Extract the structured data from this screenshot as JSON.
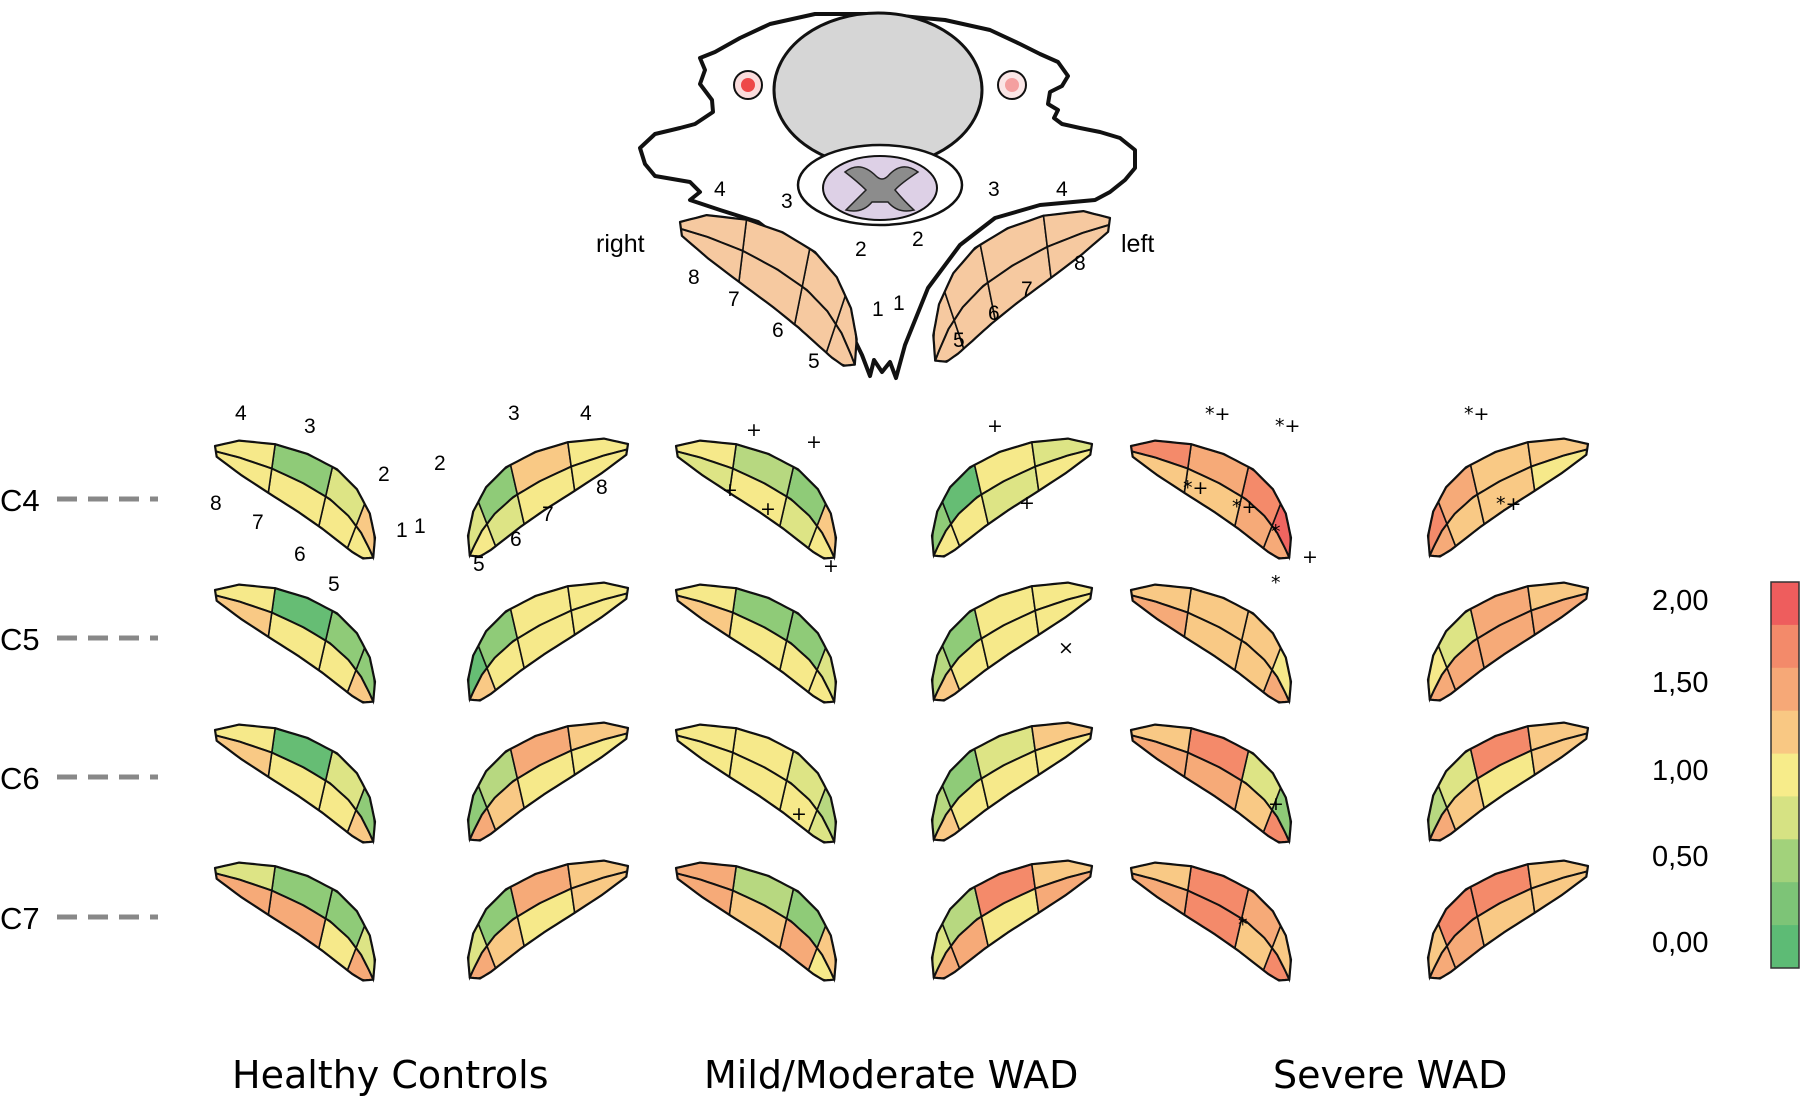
{
  "anatomy": {
    "side_right": "right",
    "side_left": "left",
    "right_region_numbers": [
      "4",
      "3",
      "2",
      "1",
      "5",
      "6",
      "7",
      "8"
    ],
    "left_region_numbers": [
      "3",
      "4",
      "2",
      "1",
      "5",
      "6",
      "7",
      "8"
    ],
    "muscle_color": "#f6c9a0"
  },
  "levels": [
    "C4",
    "C5",
    "C6",
    "C7"
  ],
  "groups": [
    "Healthy  Controls",
    "Mild/Moderate WAD",
    "Severe WAD"
  ],
  "example_labels": {
    "right": [
      "4",
      "3",
      "2",
      "1",
      "8",
      "7",
      "6",
      "5"
    ],
    "left": [
      "3",
      "4",
      "2",
      "1",
      "8",
      "7",
      "6",
      "5"
    ]
  },
  "colorscale": {
    "ticks": [
      "2,00",
      "1,50",
      "1,00",
      "0,50",
      "0,00"
    ],
    "colors": [
      "#ee5d5d",
      "#f38a6a",
      "#f6a877",
      "#f9c883",
      "#f7ec8a",
      "#d6e283",
      "#a2d27b",
      "#7dc477",
      "#5dbb75"
    ]
  },
  "color_keys": {
    "R": "#ef6560",
    "Ro": "#f48a6a",
    "O": "#f6aa78",
    "Ol": "#f9c985",
    "Y": "#f6e98a",
    "YG": "#dde485",
    "LG": "#b7d880",
    "G": "#8fcb78",
    "DG": "#66bd74"
  },
  "cells": {
    "hc": [
      {
        "R": [
          "Ol",
          "YG",
          "G",
          "Y",
          "Y",
          "Y",
          "Y",
          "Y"
        ],
        "L": [
          "YG",
          "G",
          "Ol",
          "Y",
          "Y",
          "YG",
          "Y",
          "Y"
        ]
      },
      {
        "R": [
          "G",
          "G",
          "DG",
          "Y",
          "Ol",
          "Y",
          "Y",
          "Ol"
        ],
        "L": [
          "DG",
          "G",
          "Y",
          "Y",
          "Ol",
          "Y",
          "Y",
          "Y"
        ]
      },
      {
        "R": [
          "G",
          "YG",
          "DG",
          "Y",
          "Ol",
          "Y",
          "Y",
          "Ol"
        ],
        "L": [
          "G",
          "LG",
          "O",
          "Ol",
          "O",
          "Ol",
          "Y",
          "Y"
        ]
      },
      {
        "R": [
          "YG",
          "G",
          "G",
          "YG",
          "O",
          "Y",
          "O",
          "O"
        ],
        "L": [
          "YG",
          "G",
          "O",
          "Ol",
          "O",
          "Ol",
          "Y",
          "Ol"
        ]
      }
    ],
    "mm": [
      {
        "R": [
          "Ol",
          "G",
          "LG",
          "Y",
          "Y",
          "YG",
          "Y",
          "YG"
        ],
        "L": [
          "G",
          "DG",
          "Y",
          "YG",
          "Y",
          "Y",
          "YG",
          "Y"
        ]
      },
      {
        "R": [
          "YG",
          "G",
          "G",
          "Y",
          "Y",
          "Y",
          "Y",
          "Ol"
        ],
        "L": [
          "LG",
          "G",
          "Y",
          "Y",
          "Ol",
          "Y",
          "Y",
          "Y"
        ]
      },
      {
        "R": [
          "LG",
          "YG",
          "Y",
          "Y",
          "YG",
          "Y",
          "Y",
          "Y"
        ],
        "L": [
          "LG",
          "G",
          "YG",
          "Ol",
          "Ol",
          "Y",
          "Y",
          "Y"
        ]
      },
      {
        "R": [
          "Ol",
          "G",
          "LG",
          "O",
          "Y",
          "O",
          "Ol",
          "O"
        ],
        "L": [
          "YG",
          "LG",
          "Ro",
          "Ol",
          "O",
          "O",
          "Y",
          "O"
        ]
      }
    ],
    "sv": [
      {
        "R": [
          "R",
          "Ro",
          "O",
          "Ro",
          "O",
          "O",
          "Ol",
          "Ol"
        ],
        "L": [
          "Ro",
          "O",
          "Ol",
          "Ol",
          "O",
          "Ol",
          "Ol",
          "Y"
        ]
      },
      {
        "R": [
          "Y",
          "Ol",
          "Ol",
          "Ol",
          "O",
          "Ol",
          "Ol",
          "O"
        ],
        "L": [
          "Y",
          "YG",
          "O",
          "Ol",
          "O",
          "O",
          "O",
          "O"
        ]
      },
      {
        "R": [
          "G",
          "YG",
          "Ro",
          "Ol",
          "Ro",
          "Ol",
          "O",
          "O"
        ],
        "L": [
          "LG",
          "YG",
          "Ro",
          "Ol",
          "O",
          "Ol",
          "Y",
          "Ol"
        ]
      },
      {
        "R": [
          "Ol",
          "O",
          "Ro",
          "Ol",
          "Ro",
          "Ol",
          "Ro",
          "O"
        ],
        "L": [
          "Ol",
          "Ro",
          "Ro",
          "Ol",
          "O",
          "O",
          "Ol",
          "Ol"
        ]
      }
    ]
  },
  "annotations": [
    {
      "t": "+",
      "group": "mm",
      "level": 0
    },
    {
      "t": "+",
      "group": "mm",
      "level": 0
    },
    {
      "t": "+",
      "group": "mm",
      "level": 0
    },
    {
      "t": "+",
      "group": "mm",
      "level": 0
    },
    {
      "t": "+",
      "group": "mm",
      "level": 0
    },
    {
      "t": "+",
      "group": "mm",
      "level": 0
    },
    {
      "t": "+",
      "group": "mm",
      "level": 0
    },
    {
      "t": "×",
      "group": "mm",
      "level": 1
    },
    {
      "t": "+",
      "group": "mm",
      "level": 2
    },
    {
      "t": "*+",
      "group": "sv",
      "level": 0
    },
    {
      "t": "*+",
      "group": "sv",
      "level": 0
    },
    {
      "t": "*+",
      "group": "sv",
      "level": 0
    },
    {
      "t": "*+",
      "group": "sv",
      "level": 0
    },
    {
      "t": "*+",
      "group": "sv",
      "level": 0
    },
    {
      "t": "*",
      "group": "sv",
      "level": 0
    },
    {
      "t": "+",
      "group": "sv",
      "level": 0
    },
    {
      "t": "*+",
      "group": "sv",
      "level": 0
    },
    {
      "t": "*",
      "group": "sv",
      "level": 1
    },
    {
      "t": "+",
      "group": "sv",
      "level": 2
    },
    {
      "t": "*",
      "group": "sv",
      "level": 3
    }
  ]
}
